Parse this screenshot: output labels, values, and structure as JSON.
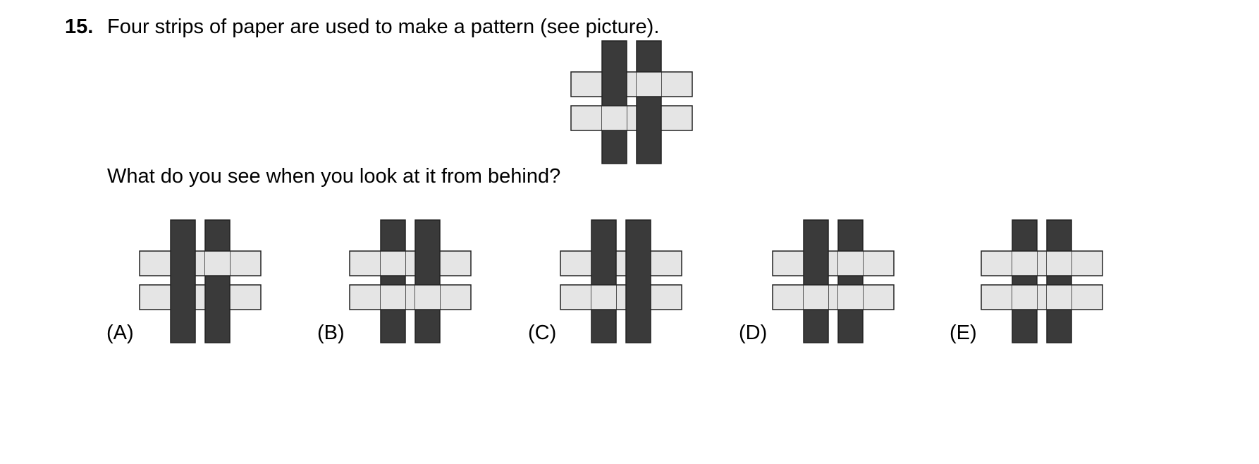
{
  "question": {
    "number": "15.",
    "text": "Four strips of paper are used to make a pattern (see picture).",
    "subquestion": "What do you see when you look at it from behind?"
  },
  "colors": {
    "horizontal_strip": "#e5e5e5",
    "vertical_strip": "#3a3a3a",
    "outline": "#222222"
  },
  "original": {
    "over": [
      [
        true,
        false
      ],
      [
        false,
        true
      ]
    ]
  },
  "options": [
    {
      "label": "(A)",
      "over": [
        [
          true,
          false
        ],
        [
          true,
          true
        ]
      ]
    },
    {
      "label": "(B)",
      "over": [
        [
          false,
          true
        ],
        [
          false,
          false
        ]
      ]
    },
    {
      "label": "(C)",
      "over": [
        [
          true,
          true
        ],
        [
          false,
          true
        ]
      ]
    },
    {
      "label": "(D)",
      "over": [
        [
          true,
          false
        ],
        [
          false,
          false
        ]
      ]
    },
    {
      "label": "(E)",
      "over": [
        [
          false,
          false
        ],
        [
          false,
          false
        ]
      ]
    }
  ]
}
